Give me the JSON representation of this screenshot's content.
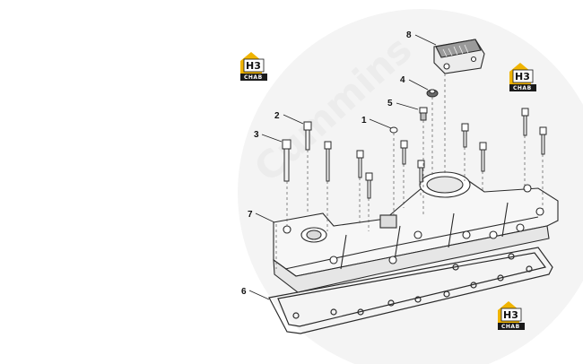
{
  "diagram": {
    "callouts": [
      "1",
      "2",
      "3",
      "4",
      "5",
      "6",
      "7",
      "8"
    ],
    "watermark_text": "Cummins",
    "logo": {
      "mark": "H3",
      "caption": "CHAB"
    },
    "colors": {
      "line": "#2a2a2a",
      "dashed": "#555555",
      "fill": "#f7f7f7",
      "shade": "#d9d9d9",
      "logo_accent": "#f0b400",
      "logo_dark": "#1a1a1a",
      "watermark": "#eeeeee"
    }
  }
}
